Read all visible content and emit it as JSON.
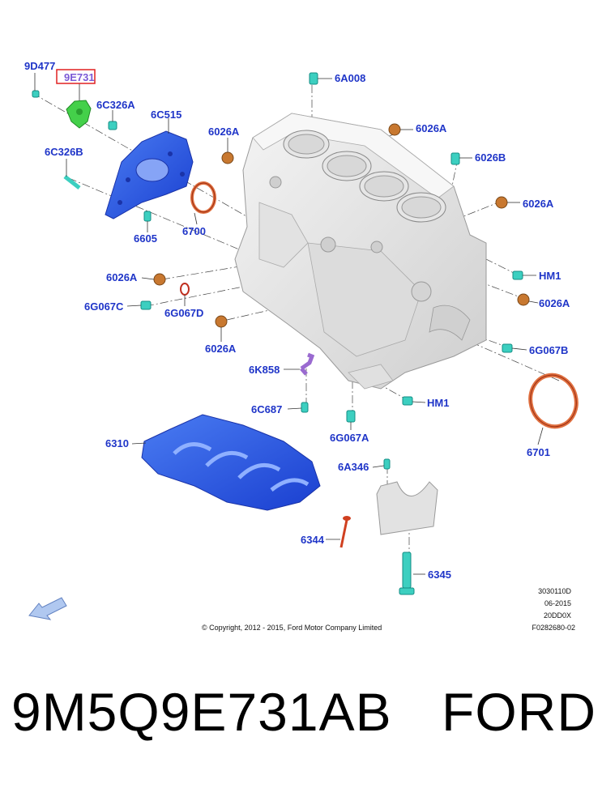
{
  "diagram": {
    "labels": {
      "p9D477": "9D477",
      "p9E731": "9E731",
      "p6C326A": "6C326A",
      "p6C515": "6C515",
      "p6C326B": "6C326B",
      "p6605": "6605",
      "p6700": "6700",
      "p6A008": "6A008",
      "p6026A_1": "6026A",
      "p6026A_2": "6026A",
      "p6026B": "6026B",
      "p6026A_3": "6026A",
      "p6026A_4": "6026A",
      "pHM1_1": "HM1",
      "p6G067C": "6G067C",
      "p6G067D": "6G067D",
      "p6026A_5": "6026A",
      "p6026A_6": "6026A",
      "p6G067B": "6G067B",
      "p6K858": "6K858",
      "pHM1_2": "HM1",
      "p6C687": "6C687",
      "p6G067A": "6G067A",
      "p6701": "6701",
      "p6310": "6310",
      "p6A346": "6A346",
      "p6344": "6344",
      "p6345": "6345"
    },
    "highlighted_part": "9E731",
    "highlight_color": "#e02020",
    "label_color": "#1f35c8",
    "ref": {
      "line1": "3030110D",
      "line2": "06-2015",
      "line3": "20DD0X",
      "line4": "F0282680-02"
    },
    "copyright": "© Copyright, 2012 - 2015, Ford Motor Company Limited",
    "direction_icon": "front-arrow-icon"
  },
  "footer": {
    "part_number": "9M5Q9E731AB",
    "brand": "FORD"
  }
}
